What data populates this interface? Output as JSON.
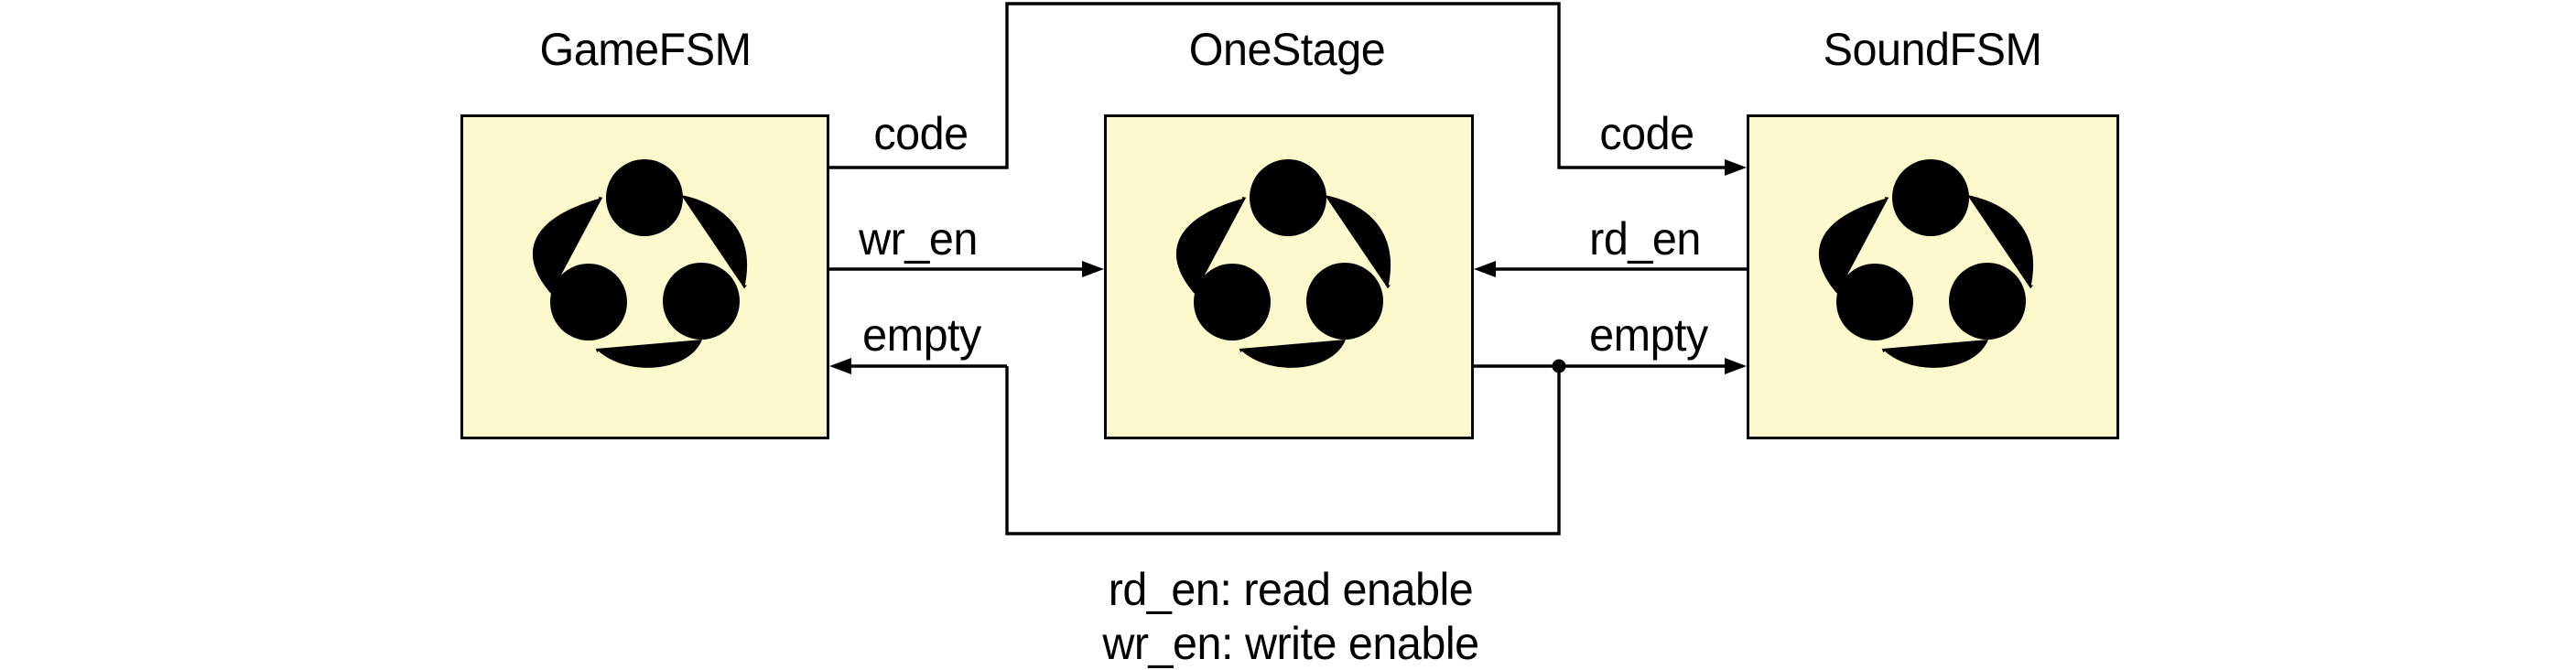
{
  "modules": [
    {
      "title": "GameFSM"
    },
    {
      "title": "OneStage"
    },
    {
      "title": "SoundFSM"
    }
  ],
  "signals": {
    "code_left": "code",
    "code_right": "code",
    "wr_en": "wr_en",
    "rd_en": "rd_en",
    "empty_left": "empty",
    "empty_right": "empty"
  },
  "legend": {
    "rd_en": "rd_en: read enable",
    "wr_en": "wr_en: write enable"
  },
  "icons": {
    "module_icon": "fsm-state-cycle-icon"
  },
  "colors": {
    "module_fill": "#FCFACC",
    "line": "#000000",
    "text": "#000000",
    "background": "#FFFFFF",
    "state_fill": "#FFFFFF"
  }
}
